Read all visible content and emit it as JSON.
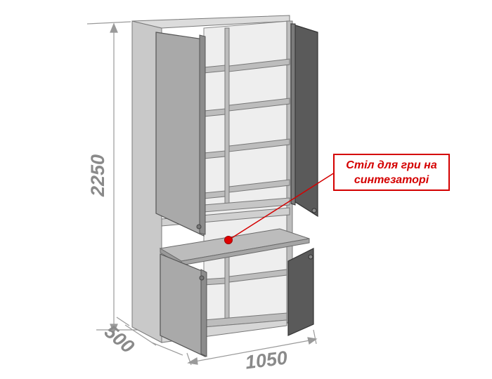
{
  "dimensions": {
    "height": "2250",
    "width": "1050",
    "depth": "500"
  },
  "callout": {
    "line1": "Стіл для гри на",
    "line2": "синтезаторі"
  },
  "colors": {
    "callout": "#d40000",
    "dimension": "#8a8a8a",
    "door": "#a9a9a9",
    "door_dark": "#5a5a5a",
    "carcass": "#c8c8c8",
    "shelf": "#b9b9b9",
    "interior": "#eeeeee"
  }
}
